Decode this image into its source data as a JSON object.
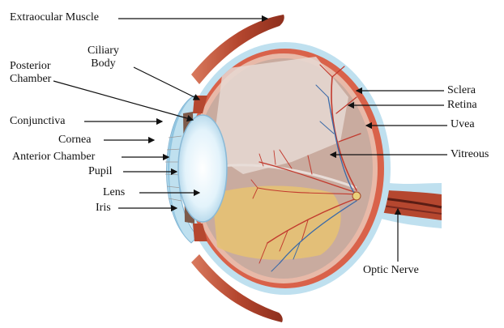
{
  "labels": {
    "extraocular_muscle": "Extraocular Muscle",
    "ciliary_body": "Ciliary\nBody",
    "posterior_chamber": "Posterior\nChamber",
    "conjunctiva": "Conjunctiva",
    "cornea": "Cornea",
    "anterior_chamber": "Anterior Chamber",
    "pupil": "Pupil",
    "lens": "Lens",
    "iris": "Iris",
    "sclera": "Sclera",
    "retina": "Retina",
    "uvea": "Uvea",
    "vitreous": "Vitreous",
    "optic_nerve": "Optic Nerve"
  },
  "colors": {
    "sclera_outer": "#bfe0ef",
    "uvea": "#d9624a",
    "retina": "#e8b9a8",
    "vitreous": "#c9ab9f",
    "vitreous_light": "#e6d8d2",
    "fundus_yellow": "#e6c173",
    "lens": "#d8eef9",
    "muscle": "#b5472f",
    "vessel_red": "#c23a2e",
    "vessel_blue": "#3a6aa8"
  }
}
